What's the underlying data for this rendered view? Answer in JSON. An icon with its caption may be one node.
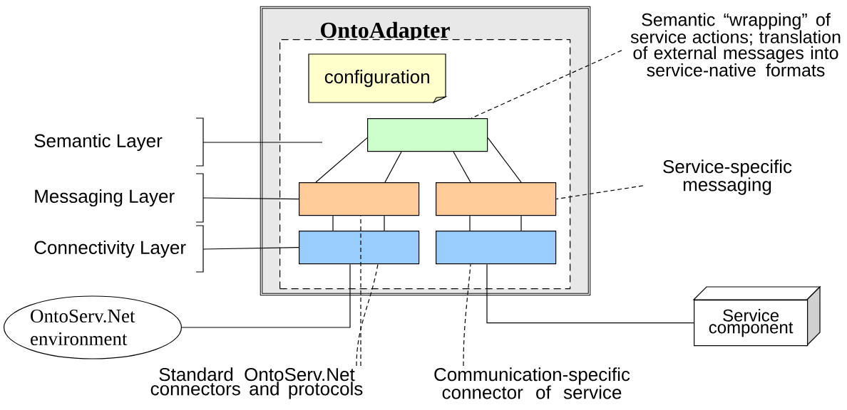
{
  "diagram": {
    "nodes": [
      {
        "text": [
          "OntoAdapter"
        ]
      },
      {
        "text": [],
        "shape": "box",
        "in": 0
      },
      {
        "text": [
          "configuration"
        ],
        "in": 1
      },
      {
        "text": [],
        "shape": "box",
        "in": 1
      },
      {
        "text": [],
        "shape": "box",
        "in": 1
      },
      {
        "text": [],
        "shape": "box",
        "in": 1
      },
      {
        "text": [],
        "shape": "box",
        "in": 1
      },
      {
        "text": [],
        "shape": "box",
        "in": 1
      },
      {
        "text": [
          "Semantic Layer"
        ]
      },
      {
        "text": [
          "Messaging Layer"
        ]
      },
      {
        "text": [
          "Connectivity Layer"
        ]
      },
      {
        "text": [
          "OntoServ.Net environment"
        ]
      },
      {
        "text": [
          "Service component"
        ]
      },
      {
        "text": [
          "Semantic “wrapping” of service actions; translation of external messages into service-native formats"
        ]
      },
      {
        "text": [
          "Service-specific messaging"
        ]
      },
      {
        "text": [
          "Standard OntoServ.Net connectors and protocols"
        ]
      },
      {
        "text": [
          "Communication-specific connector of service"
        ]
      }
    ],
    "edges": [
      {
        "from": 3,
        "to": 4,
        "arrow": "none"
      },
      {
        "from": 3,
        "to": 4,
        "arrow": "none"
      },
      {
        "from": 3,
        "to": 5,
        "arrow": "none"
      },
      {
        "from": 3,
        "to": 5,
        "arrow": "none"
      },
      {
        "from": 4,
        "to": 6,
        "arrow": "none"
      },
      {
        "from": 4,
        "to": 6,
        "arrow": "none"
      },
      {
        "from": 5,
        "to": 7,
        "arrow": "none"
      },
      {
        "from": 5,
        "to": 7,
        "arrow": "none"
      },
      {
        "from": 6,
        "to": 11,
        "arrow": "none"
      },
      {
        "from": 7,
        "to": 12,
        "arrow": "none"
      },
      {
        "from": 13,
        "to": 3,
        "arrow": "none",
        "style": "dashed"
      },
      {
        "from": 14,
        "to": 5,
        "arrow": "none",
        "style": "dashed"
      },
      {
        "from": 15,
        "to": 4,
        "arrow": "none",
        "style": "dashed"
      },
      {
        "from": 15,
        "to": 6,
        "arrow": "none",
        "style": "dashed"
      },
      {
        "from": 16,
        "to": 7,
        "arrow": "none",
        "style": "dashed"
      },
      {
        "from": 8,
        "to": null,
        "arrow": "none"
      },
      {
        "from": 9,
        "to": 4,
        "arrow": "none"
      },
      {
        "from": 10,
        "to": 6,
        "arrow": "none"
      }
    ]
  }
}
